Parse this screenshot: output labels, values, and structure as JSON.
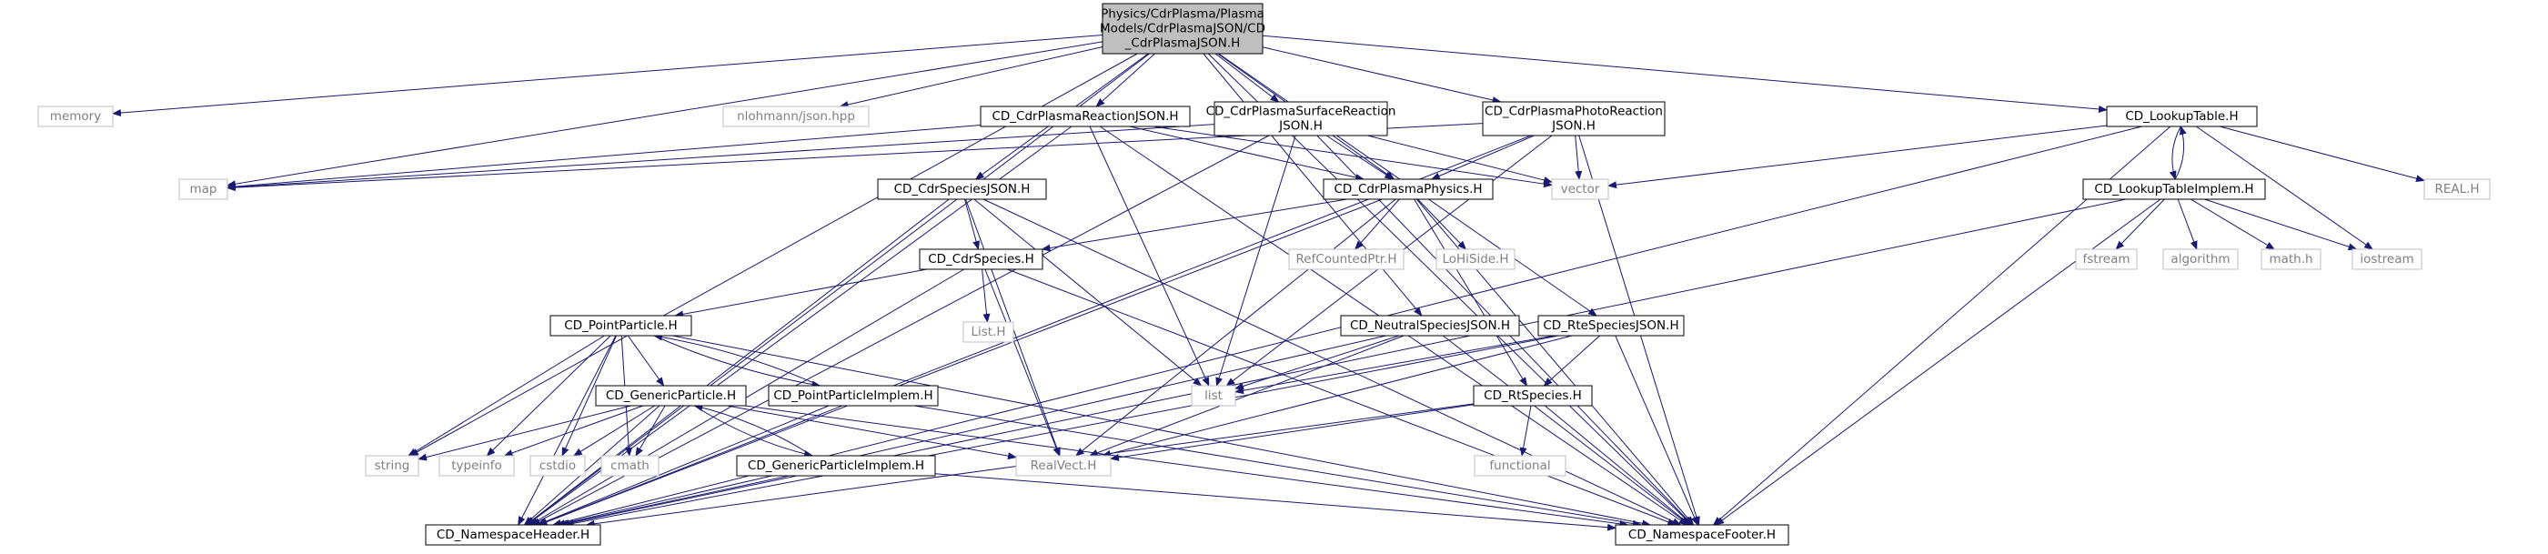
{
  "graph": {
    "colors": {
      "edge": "#191970",
      "node_border": "#000000",
      "root_fill": "#bfbfbf",
      "external_border": "#bfbfbf",
      "external_text": "#808080",
      "text": "#000000",
      "background": "#ffffff"
    },
    "nodes": [
      {
        "id": "root",
        "lines": [
          "Physics/CdrPlasma/Plasma",
          "Models/CdrPlasmaJSON/CD",
          "_CdrPlasmaJSON.H"
        ],
        "kind": "root"
      },
      {
        "id": "memory",
        "lines": [
          "memory"
        ],
        "kind": "external"
      },
      {
        "id": "json",
        "lines": [
          "nlohmann/json.hpp"
        ],
        "kind": "external"
      },
      {
        "id": "reactjson",
        "lines": [
          "CD_CdrPlasmaReactionJSON.H"
        ],
        "kind": "file"
      },
      {
        "id": "surfjson",
        "lines": [
          "CD_CdrPlasmaSurfaceReaction",
          "JSON.H"
        ],
        "kind": "file"
      },
      {
        "id": "photojson",
        "lines": [
          "CD_CdrPlasmaPhotoReaction",
          "JSON.H"
        ],
        "kind": "file"
      },
      {
        "id": "lookup",
        "lines": [
          "CD_LookupTable.H"
        ],
        "kind": "file"
      },
      {
        "id": "map",
        "lines": [
          "map"
        ],
        "kind": "external"
      },
      {
        "id": "vector",
        "lines": [
          "vector"
        ],
        "kind": "external"
      },
      {
        "id": "realh",
        "lines": [
          "REAL.H"
        ],
        "kind": "external"
      },
      {
        "id": "speciesjson",
        "lines": [
          "CD_CdrSpeciesJSON.H"
        ],
        "kind": "file"
      },
      {
        "id": "physics",
        "lines": [
          "CD_CdrPlasmaPhysics.H"
        ],
        "kind": "file"
      },
      {
        "id": "lookupimpl",
        "lines": [
          "CD_LookupTableImplem.H"
        ],
        "kind": "file"
      },
      {
        "id": "refcounted",
        "lines": [
          "RefCountedPtr.H"
        ],
        "kind": "external"
      },
      {
        "id": "lohiside",
        "lines": [
          "LoHiSide.H"
        ],
        "kind": "external"
      },
      {
        "id": "fstream",
        "lines": [
          "fstream"
        ],
        "kind": "external"
      },
      {
        "id": "algorithm",
        "lines": [
          "algorithm"
        ],
        "kind": "external"
      },
      {
        "id": "mathh",
        "lines": [
          "math.h"
        ],
        "kind": "external"
      },
      {
        "id": "iostream",
        "lines": [
          "iostream"
        ],
        "kind": "external"
      },
      {
        "id": "cdrspecies",
        "lines": [
          "CD_CdrSpecies.H"
        ],
        "kind": "file"
      },
      {
        "id": "listh",
        "lines": [
          "List.H"
        ],
        "kind": "external"
      },
      {
        "id": "point",
        "lines": [
          "CD_PointParticle.H"
        ],
        "kind": "file"
      },
      {
        "id": "neutral",
        "lines": [
          "CD_NeutralSpeciesJSON.H"
        ],
        "kind": "file"
      },
      {
        "id": "rtejson",
        "lines": [
          "CD_RteSpeciesJSON.H"
        ],
        "kind": "file"
      },
      {
        "id": "list",
        "lines": [
          "list"
        ],
        "kind": "external"
      },
      {
        "id": "generic",
        "lines": [
          "CD_GenericParticle.H"
        ],
        "kind": "file"
      },
      {
        "id": "pointimpl",
        "lines": [
          "CD_PointParticleImplem.H"
        ],
        "kind": "file"
      },
      {
        "id": "rtspecies",
        "lines": [
          "CD_RtSpecies.H"
        ],
        "kind": "file"
      },
      {
        "id": "string",
        "lines": [
          "string"
        ],
        "kind": "external"
      },
      {
        "id": "typeinfo",
        "lines": [
          "typeinfo"
        ],
        "kind": "external"
      },
      {
        "id": "cstdio",
        "lines": [
          "cstdio"
        ],
        "kind": "external"
      },
      {
        "id": "cmath",
        "lines": [
          "cmath"
        ],
        "kind": "external"
      },
      {
        "id": "realvect",
        "lines": [
          "RealVect.H"
        ],
        "kind": "external"
      },
      {
        "id": "functional",
        "lines": [
          "functional"
        ],
        "kind": "external"
      },
      {
        "id": "genericimpl",
        "lines": [
          "CD_GenericParticleImplem.H"
        ],
        "kind": "file"
      },
      {
        "id": "nsheader",
        "lines": [
          "CD_NamespaceHeader.H"
        ],
        "kind": "file"
      },
      {
        "id": "nsfooter",
        "lines": [
          "CD_NamespaceFooter.H"
        ],
        "kind": "file"
      }
    ],
    "edges": [
      [
        "root",
        "memory"
      ],
      [
        "root",
        "json"
      ],
      [
        "root",
        "reactjson"
      ],
      [
        "root",
        "surfjson"
      ],
      [
        "root",
        "photojson"
      ],
      [
        "root",
        "lookup"
      ],
      [
        "root",
        "map"
      ],
      [
        "root",
        "speciesjson"
      ],
      [
        "root",
        "physics"
      ],
      [
        "root",
        "neutral"
      ],
      [
        "root",
        "rtejson"
      ],
      [
        "root",
        "string"
      ],
      [
        "root",
        "nsheader"
      ],
      [
        "root",
        "nsfooter"
      ],
      [
        "reactjson",
        "map"
      ],
      [
        "reactjson",
        "vector"
      ],
      [
        "reactjson",
        "list"
      ],
      [
        "reactjson",
        "physics"
      ],
      [
        "reactjson",
        "nsheader"
      ],
      [
        "reactjson",
        "nsfooter"
      ],
      [
        "surfjson",
        "map"
      ],
      [
        "surfjson",
        "vector"
      ],
      [
        "surfjson",
        "list"
      ],
      [
        "surfjson",
        "physics"
      ],
      [
        "surfjson",
        "nsheader"
      ],
      [
        "surfjson",
        "nsfooter"
      ],
      [
        "photojson",
        "map"
      ],
      [
        "photojson",
        "vector"
      ],
      [
        "photojson",
        "list"
      ],
      [
        "photojson",
        "physics"
      ],
      [
        "photojson",
        "nsheader"
      ],
      [
        "photojson",
        "nsfooter"
      ],
      [
        "lookup",
        "vector"
      ],
      [
        "lookup",
        "realh"
      ],
      [
        "lookup",
        "iostream"
      ],
      [
        "lookup",
        "lookupimpl"
      ],
      [
        "lookup",
        "nsheader"
      ],
      [
        "lookup",
        "nsfooter"
      ],
      [
        "lookupimpl",
        "lookup"
      ],
      [
        "lookupimpl",
        "fstream"
      ],
      [
        "lookupimpl",
        "algorithm"
      ],
      [
        "lookupimpl",
        "mathh"
      ],
      [
        "lookupimpl",
        "iostream"
      ],
      [
        "lookupimpl",
        "nsheader"
      ],
      [
        "lookupimpl",
        "nsfooter"
      ],
      [
        "speciesjson",
        "cdrspecies"
      ],
      [
        "speciesjson",
        "list"
      ],
      [
        "speciesjson",
        "realvect"
      ],
      [
        "speciesjson",
        "nsheader"
      ],
      [
        "speciesjson",
        "nsfooter"
      ],
      [
        "physics",
        "refcounted"
      ],
      [
        "physics",
        "lohiside"
      ],
      [
        "physics",
        "cdrspecies"
      ],
      [
        "physics",
        "rtspecies"
      ],
      [
        "physics",
        "realvect"
      ],
      [
        "physics",
        "nsheader"
      ],
      [
        "physics",
        "nsfooter"
      ],
      [
        "cdrspecies",
        "listh"
      ],
      [
        "cdrspecies",
        "point"
      ],
      [
        "cdrspecies",
        "realvect"
      ],
      [
        "cdrspecies",
        "nsheader"
      ],
      [
        "cdrspecies",
        "nsfooter"
      ],
      [
        "point",
        "generic"
      ],
      [
        "point",
        "pointimpl"
      ],
      [
        "point",
        "string"
      ],
      [
        "point",
        "typeinfo"
      ],
      [
        "point",
        "cstdio"
      ],
      [
        "point",
        "cmath"
      ],
      [
        "point",
        "nsheader"
      ],
      [
        "point",
        "nsfooter"
      ],
      [
        "pointimpl",
        "point"
      ],
      [
        "pointimpl",
        "nsheader"
      ],
      [
        "pointimpl",
        "nsfooter"
      ],
      [
        "generic",
        "genericimpl"
      ],
      [
        "generic",
        "string"
      ],
      [
        "generic",
        "typeinfo"
      ],
      [
        "generic",
        "cstdio"
      ],
      [
        "generic",
        "cmath"
      ],
      [
        "generic",
        "realvect"
      ],
      [
        "generic",
        "nsheader"
      ],
      [
        "generic",
        "nsfooter"
      ],
      [
        "genericimpl",
        "generic"
      ],
      [
        "genericimpl",
        "nsheader"
      ],
      [
        "genericimpl",
        "nsfooter"
      ],
      [
        "neutral",
        "list"
      ],
      [
        "neutral",
        "realvect"
      ],
      [
        "neutral",
        "nsheader"
      ],
      [
        "neutral",
        "nsfooter"
      ],
      [
        "rtejson",
        "rtspecies"
      ],
      [
        "rtejson",
        "list"
      ],
      [
        "rtejson",
        "realvect"
      ],
      [
        "rtejson",
        "nsheader"
      ],
      [
        "rtejson",
        "nsfooter"
      ],
      [
        "rtspecies",
        "functional"
      ],
      [
        "rtspecies",
        "realvect"
      ],
      [
        "rtspecies",
        "nsheader"
      ],
      [
        "rtspecies",
        "nsfooter"
      ]
    ]
  }
}
